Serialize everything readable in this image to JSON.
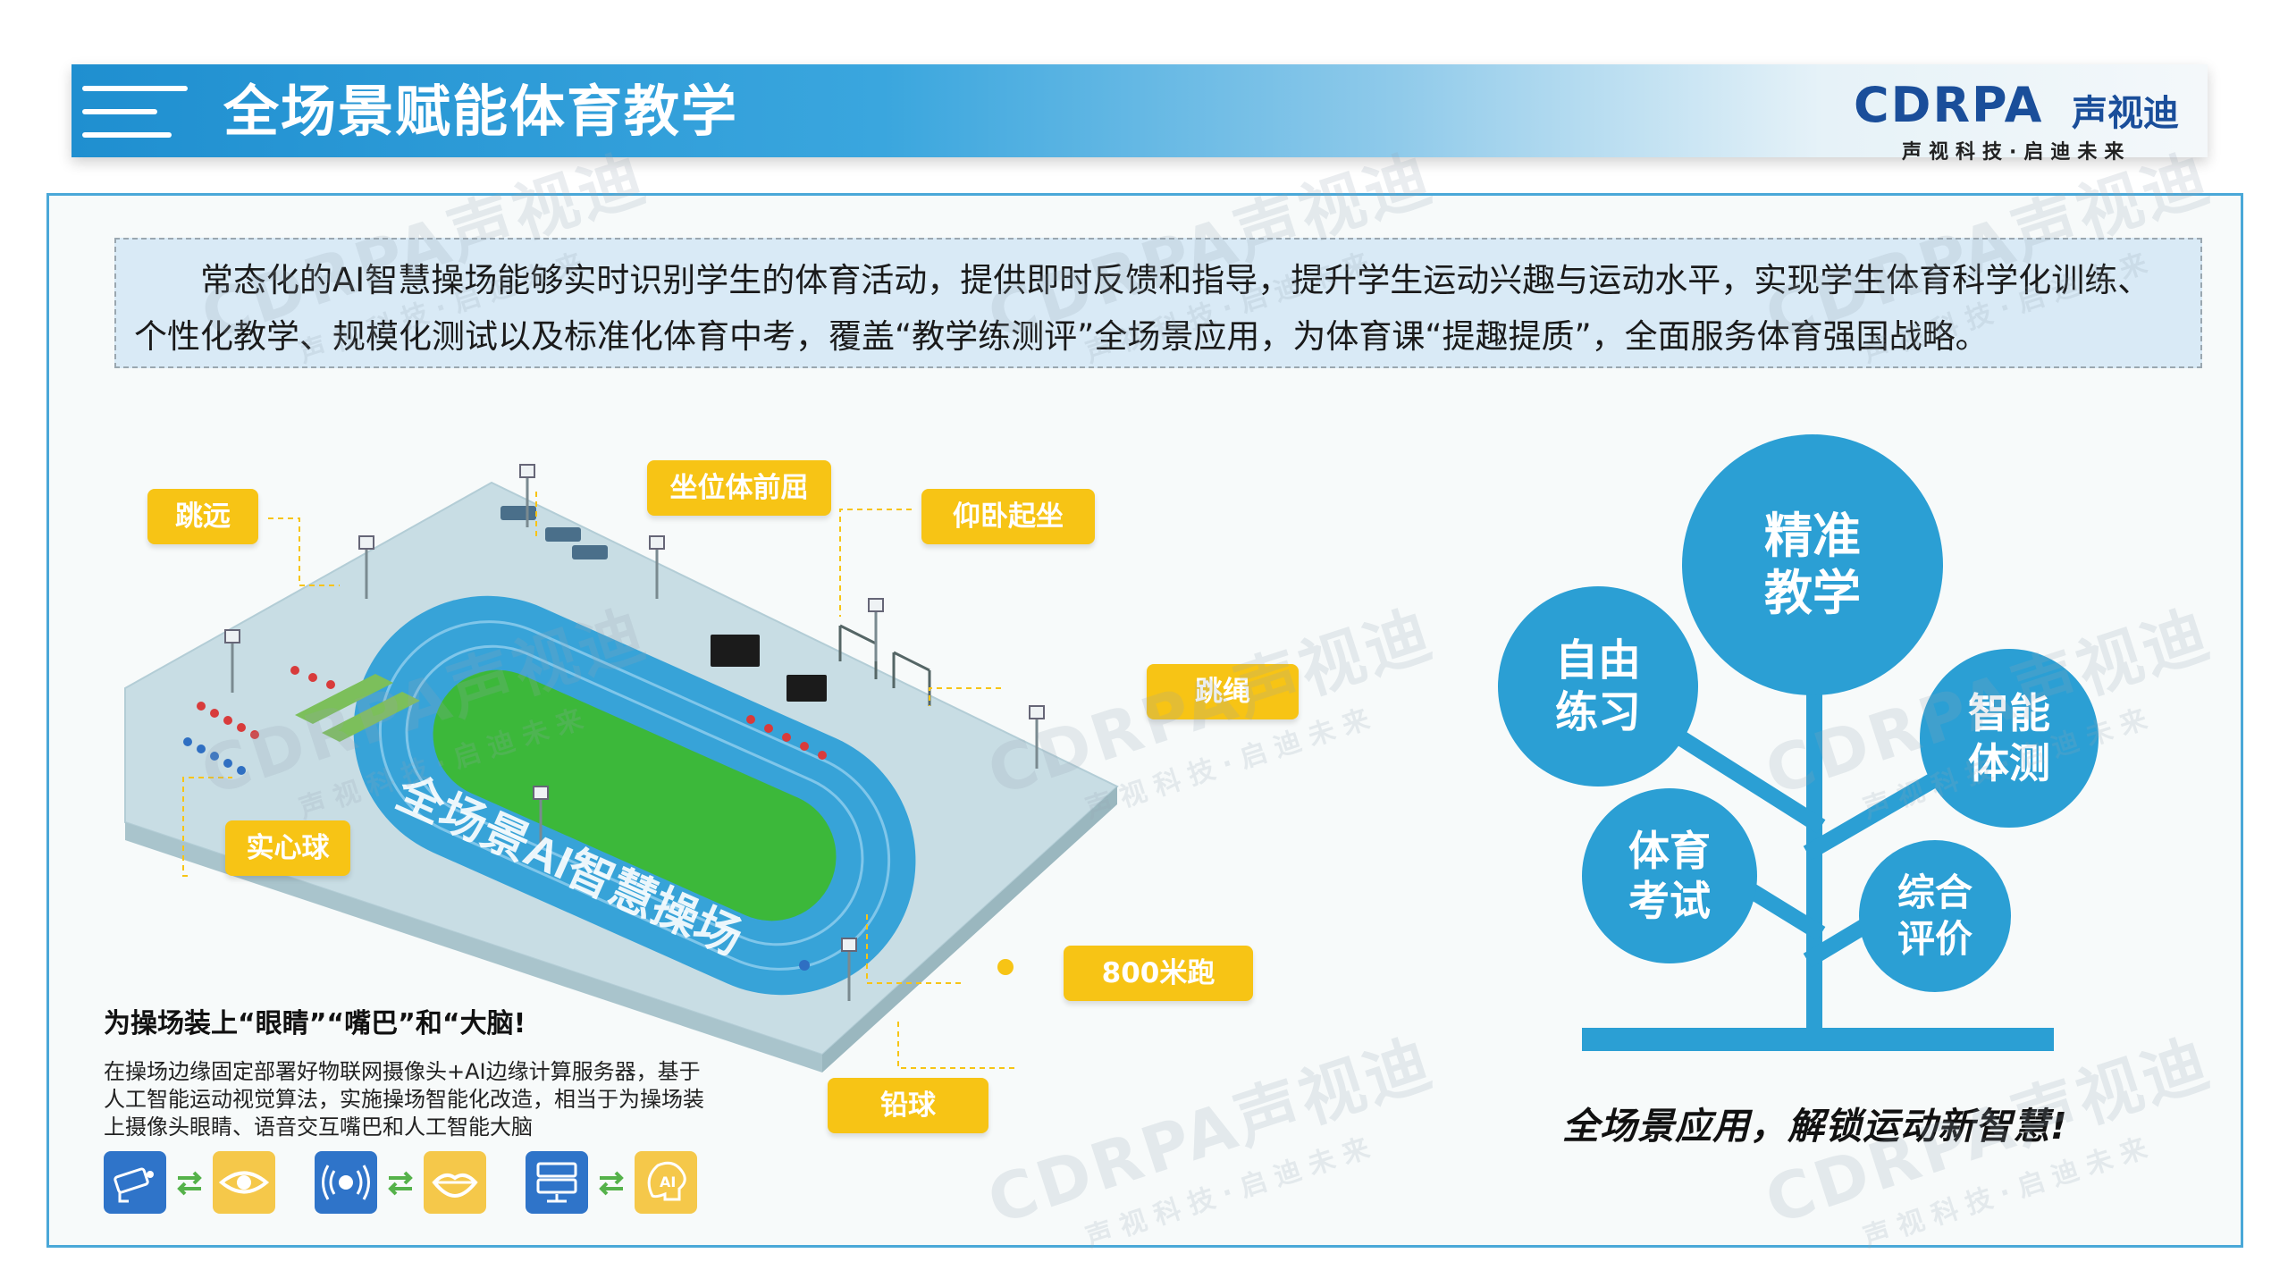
{
  "header": {
    "title": "全场景赋能体育教学",
    "logo_main": "CDRPA",
    "logo_cn": "声视迪",
    "logo_sub": "声视科技·启迪未来"
  },
  "intro": {
    "text": "常态化的AI智慧操场能够实时识别学生的体育活动，提供即时反馈和指导，提升学生运动兴趣与运动水平，实现学生体育科学化训练、个性化教学、规模化测试以及标准化体育中考，覆盖“教学练测评”全场景应用，为体育课“提趣提质”，全面服务体育强国战略。"
  },
  "stadium": {
    "field_label": "全场景AI智慧操场",
    "callouts": {
      "long_jump": "跳远",
      "sit_reach": "坐位体前屈",
      "situp": "仰卧起坐",
      "rope": "跳绳",
      "medicine_ball": "实心球",
      "run800": "800米跑",
      "shot_put": "铅球"
    }
  },
  "caption": {
    "title": "为操场装上“眼睛”“嘴巴”和“大脑!",
    "text": "在操场边缘固定部署好物联网摄像头+AI边缘计算服务器，基于人工智能运动视觉算法，实施操场智能化改造，相当于为操场装上摄像头眼睛、语音交互嘴巴和人工智能大脑"
  },
  "icons": [
    "camera-icon",
    "eye-icon",
    "speaker-icon",
    "mouth-icon",
    "server-icon",
    "ai-brain-icon"
  ],
  "tree": {
    "top": [
      "精准",
      "教学"
    ],
    "left_upper": [
      "自由",
      "练习"
    ],
    "right_upper": [
      "智能",
      "体测"
    ],
    "left_lower": [
      "体育",
      "考试"
    ],
    "right_lower": [
      "综合",
      "评价"
    ]
  },
  "slogan": "全场景应用，解锁运动新智慧!",
  "colors": {
    "accent_blue": "#2b9fd4",
    "callout_yellow": "#f7c415",
    "track_blue": "#3aa0d0",
    "field_green": "#3cb83a"
  }
}
